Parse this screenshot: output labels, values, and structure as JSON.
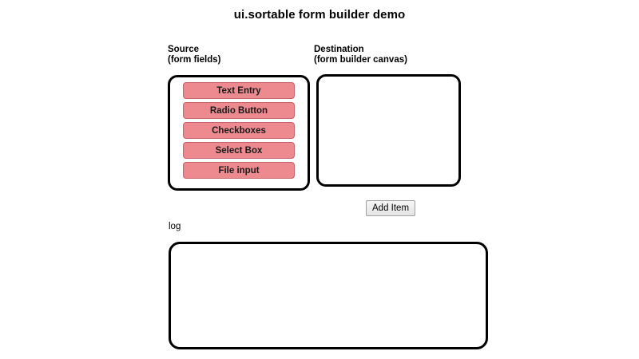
{
  "page": {
    "title": "ui.sortable form builder demo"
  },
  "columns": {
    "source": {
      "heading": "Source\n(form fields)"
    },
    "destination": {
      "heading": "Destination\n(form builder canvas)"
    }
  },
  "source_list": {
    "items": [
      {
        "label": "Text Entry"
      },
      {
        "label": "Radio Button"
      },
      {
        "label": "Checkboxes"
      },
      {
        "label": "Select Box"
      },
      {
        "label": "File input"
      }
    ]
  },
  "destination_list": {
    "items": []
  },
  "toolbar": {
    "add_item_label": "Add Item"
  },
  "log": {
    "label": "log",
    "content": ""
  },
  "colors": {
    "item_fill": "#ec8a8f",
    "item_border": "#c3656a",
    "panel_border": "#000000",
    "page_background": "#ffffff",
    "text": "#000000",
    "button_face": "#efefef"
  }
}
